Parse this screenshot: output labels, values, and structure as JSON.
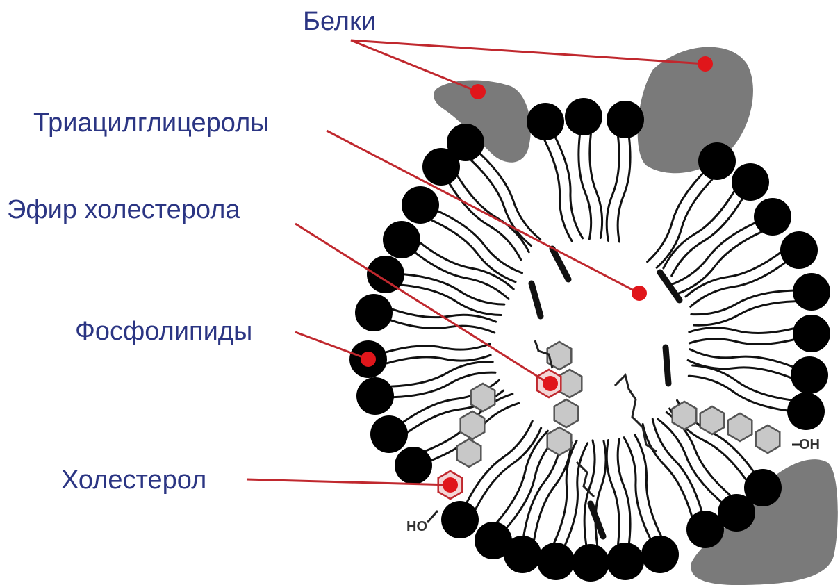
{
  "labels": {
    "proteins": "Белки",
    "triacylglycerols": "Триацилглицеролы",
    "cholesterol_ester": "Эфир холестерола",
    "phospholipids": "Фосфолипиды",
    "cholesterol": "Холестерол"
  },
  "groups": {
    "oh": "OH",
    "ho": "HO"
  },
  "colors": {
    "label_text": "#2b3583",
    "pointer_line": "#c0282e",
    "marker": "#e0161b",
    "head": "#000000",
    "protein": "#7a7a7a",
    "ring_fill": "#c8c8c8"
  }
}
